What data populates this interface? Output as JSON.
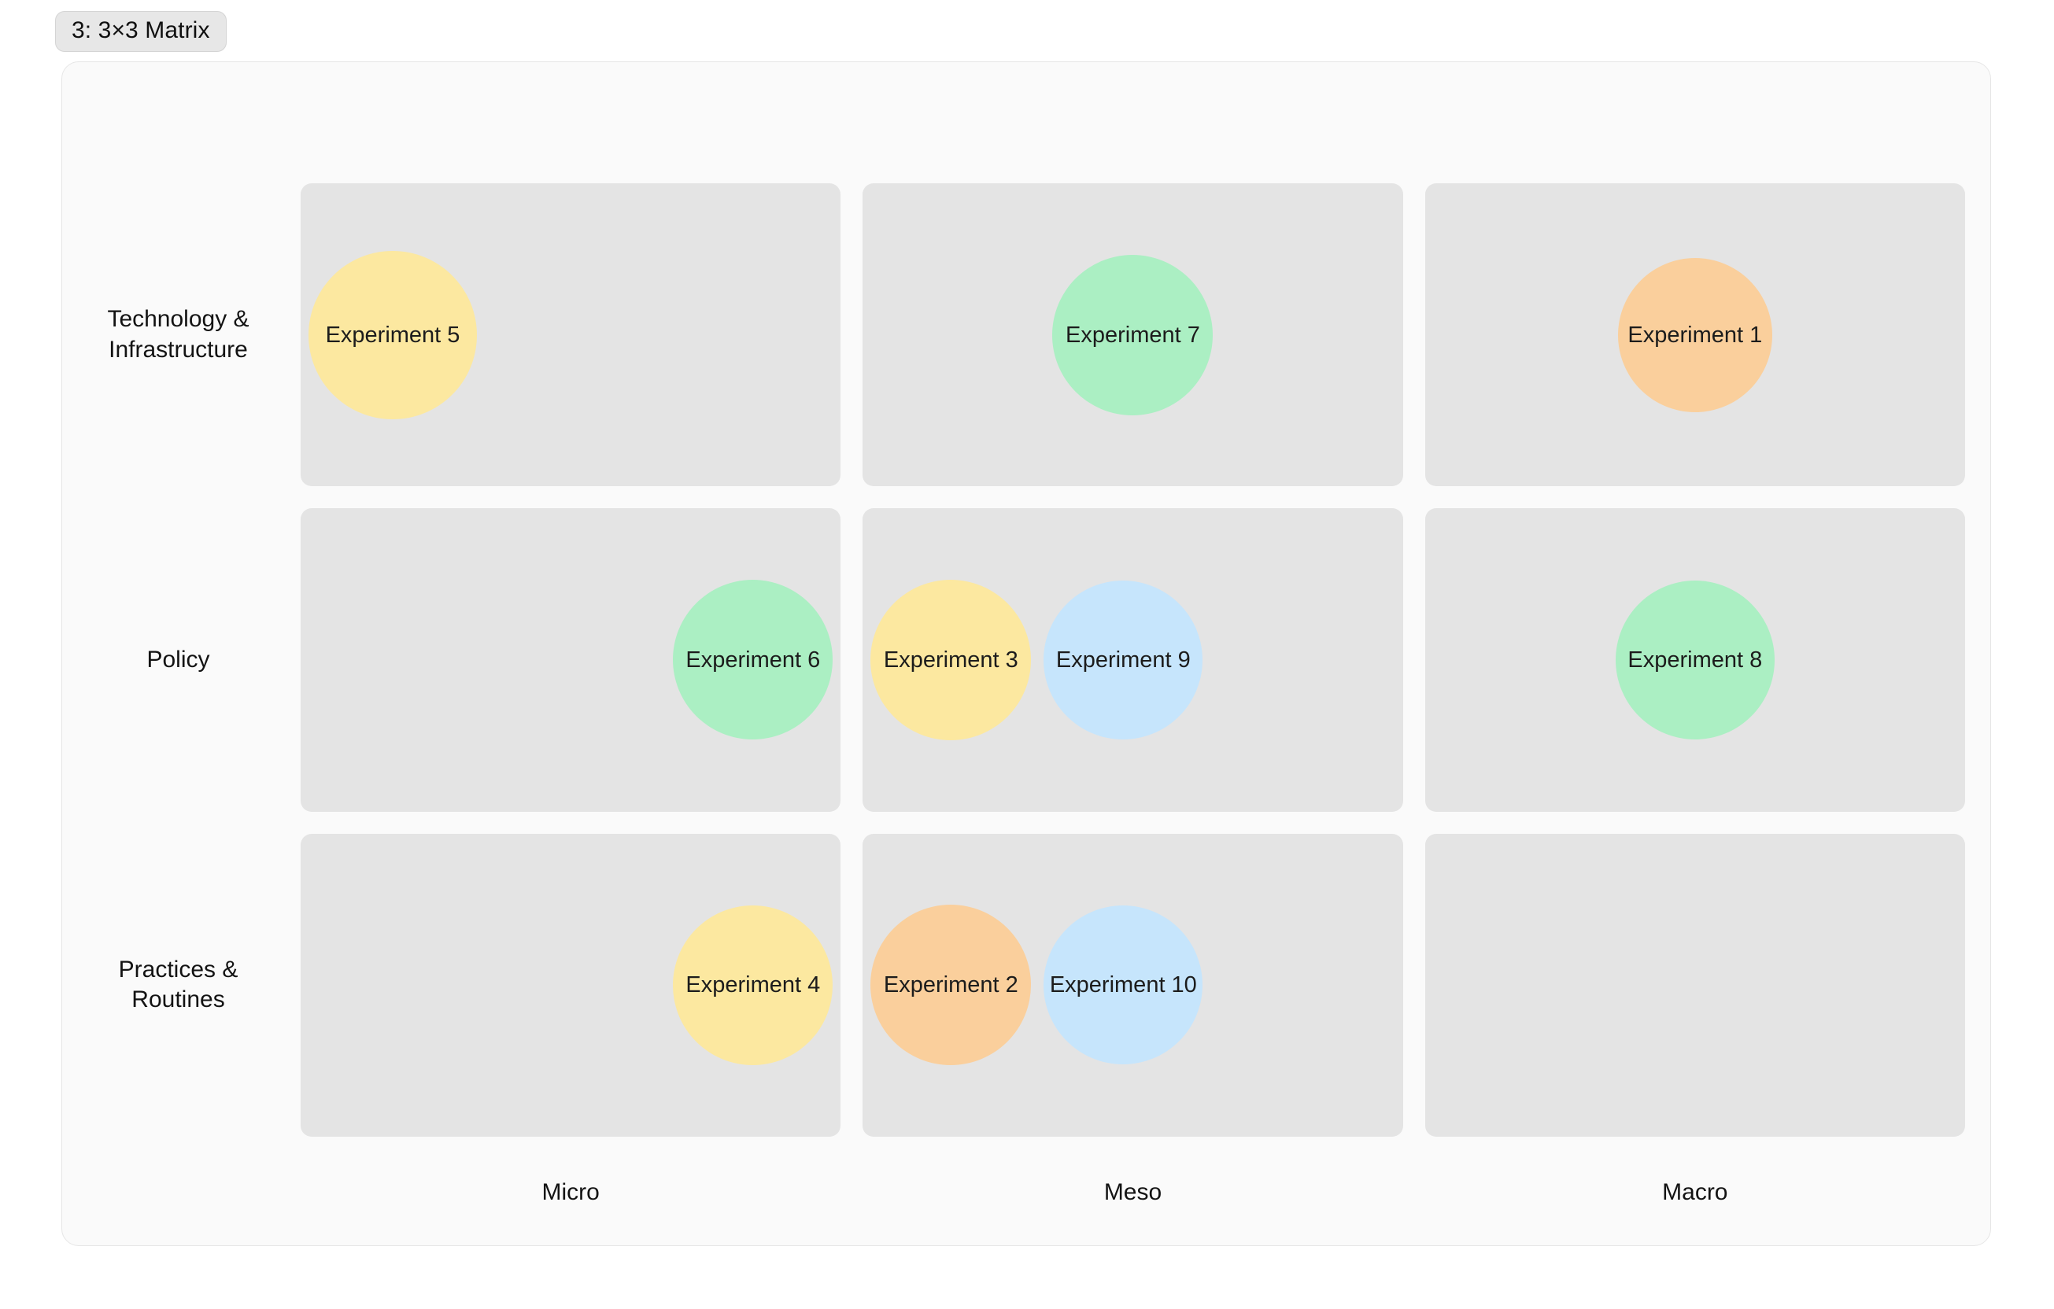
{
  "header": {
    "badge_label": "3: 3×3 Matrix"
  },
  "matrix": {
    "row_labels": [
      "Technology & Infrastructure",
      "Policy",
      "Practices & Routines"
    ],
    "col_labels": [
      "Micro",
      "Meso",
      "Macro"
    ],
    "colors": {
      "yellow": "#fce8a0",
      "green": "#abefc3",
      "orange": "#facf9c",
      "blue": "#c6e5fc",
      "cell_bg": "#e4e4e4",
      "card_bg": "#fafafa",
      "badge_bg": "#e7e7e7",
      "text": "#131313"
    },
    "cells": [
      {
        "row": "Technology & Infrastructure",
        "col": "Micro",
        "align": "left",
        "bubbles": [
          {
            "label": "Experiment 5",
            "color": "#fce8a0",
            "size": 214
          }
        ]
      },
      {
        "row": "Technology & Infrastructure",
        "col": "Meso",
        "align": "center",
        "bubbles": [
          {
            "label": "Experiment 7",
            "color": "#abefc3",
            "size": 204
          }
        ]
      },
      {
        "row": "Technology & Infrastructure",
        "col": "Macro",
        "align": "center",
        "bubbles": [
          {
            "label": "Experiment 1",
            "color": "#facf9c",
            "size": 196
          }
        ]
      },
      {
        "row": "Policy",
        "col": "Micro",
        "align": "right",
        "bubbles": [
          {
            "label": "Experiment 6",
            "color": "#abefc3",
            "size": 203
          }
        ]
      },
      {
        "row": "Policy",
        "col": "Meso",
        "align": "left",
        "bubbles": [
          {
            "label": "Experiment 3",
            "color": "#fce8a0",
            "size": 204
          },
          {
            "label": "Experiment 9",
            "color": "#c6e5fc",
            "size": 202
          }
        ]
      },
      {
        "row": "Policy",
        "col": "Macro",
        "align": "center",
        "bubbles": [
          {
            "label": "Experiment 8",
            "color": "#abefc3",
            "size": 202
          }
        ]
      },
      {
        "row": "Practices & Routines",
        "col": "Micro",
        "align": "right",
        "bubbles": [
          {
            "label": "Experiment 4",
            "color": "#fce8a0",
            "size": 203
          }
        ]
      },
      {
        "row": "Practices & Routines",
        "col": "Meso",
        "align": "left",
        "bubbles": [
          {
            "label": "Experiment 2",
            "color": "#facf9c",
            "size": 204
          },
          {
            "label": "Experiment 10",
            "color": "#c6e5fc",
            "size": 202
          }
        ]
      },
      {
        "row": "Practices & Routines",
        "col": "Macro",
        "align": "center",
        "bubbles": []
      }
    ]
  }
}
